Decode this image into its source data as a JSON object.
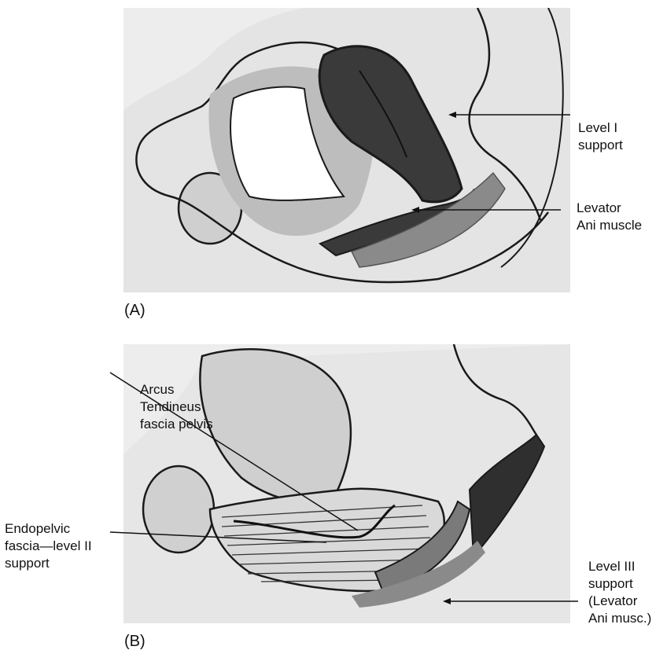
{
  "panel_a": {
    "tag": "(A)",
    "labels": {
      "level1": "Level I\nsupport",
      "levator": "Levator\nAni muscle"
    }
  },
  "panel_b": {
    "tag": "(B)",
    "labels": {
      "arcus": "Arcus\nTendineus\nfascia pelvis",
      "endopelvic": "Endopelvic\nfascia—level II\nsupport",
      "level3": "Level III\nsupport\n(Levator\nAni musc.)"
    }
  },
  "colors": {
    "background": "#f2f2f2",
    "outline": "#1a1a1a",
    "dark_tissue": "#3a3a3a",
    "mid_tissue": "#8a8a8a",
    "light_tissue": "#c9c9c9",
    "white_region": "#ffffff"
  }
}
